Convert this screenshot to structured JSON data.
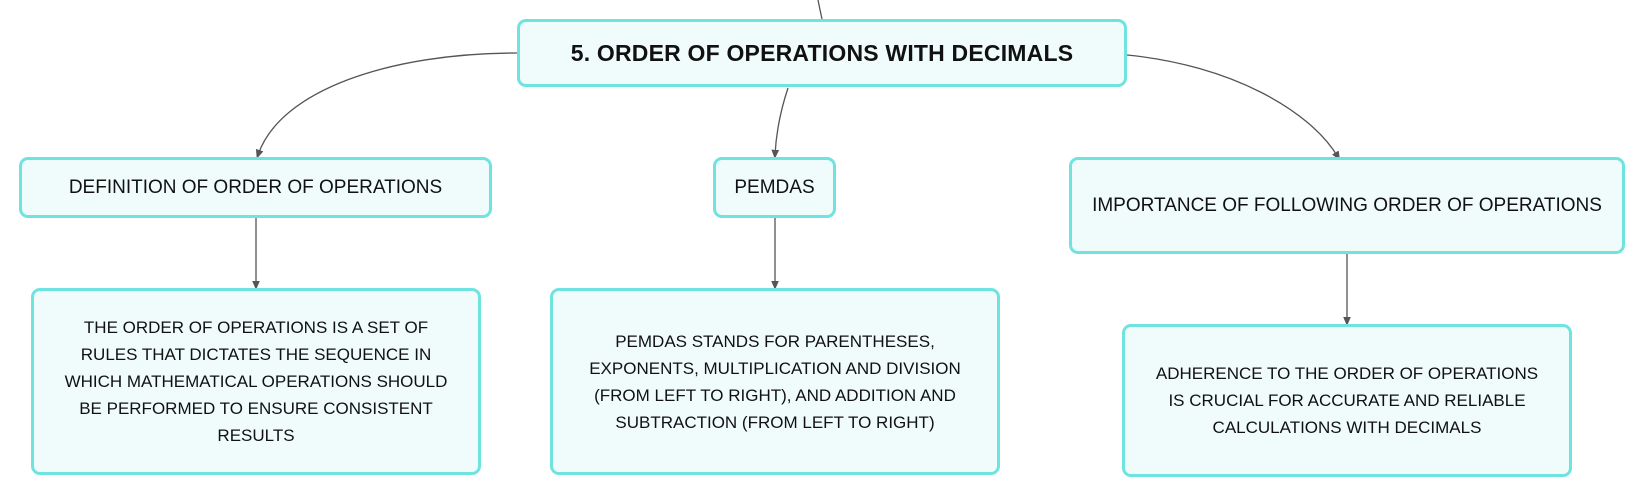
{
  "map": {
    "root": {
      "label": "5. ORDER OF OPERATIONS WITH DECIMALS"
    },
    "branches": [
      {
        "label": "DEFINITION OF ORDER OF OPERATIONS",
        "detail": "THE ORDER OF OPERATIONS IS A SET OF RULES THAT DICTATES THE SEQUENCE IN WHICH MATHEMATICAL OPERATIONS SHOULD BE PERFORMED TO ENSURE CONSISTENT RESULTS"
      },
      {
        "label": "PEMDAS",
        "detail": "PEMDAS STANDS FOR PARENTHESES, EXPONENTS, MULTIPLICATION AND DIVISION (FROM LEFT TO RIGHT), AND ADDITION AND SUBTRACTION (FROM LEFT TO RIGHT)"
      },
      {
        "label": "IMPORTANCE OF FOLLOWING ORDER OF OPERATIONS",
        "detail": "ADHERENCE TO THE ORDER OF OPERATIONS IS CRUCIAL FOR ACCURATE AND RELIABLE CALCULATIONS WITH DECIMALS"
      }
    ]
  },
  "colors": {
    "node_border": "#6fe3e0",
    "node_fill": "#effcfb",
    "connector": "#555555"
  }
}
